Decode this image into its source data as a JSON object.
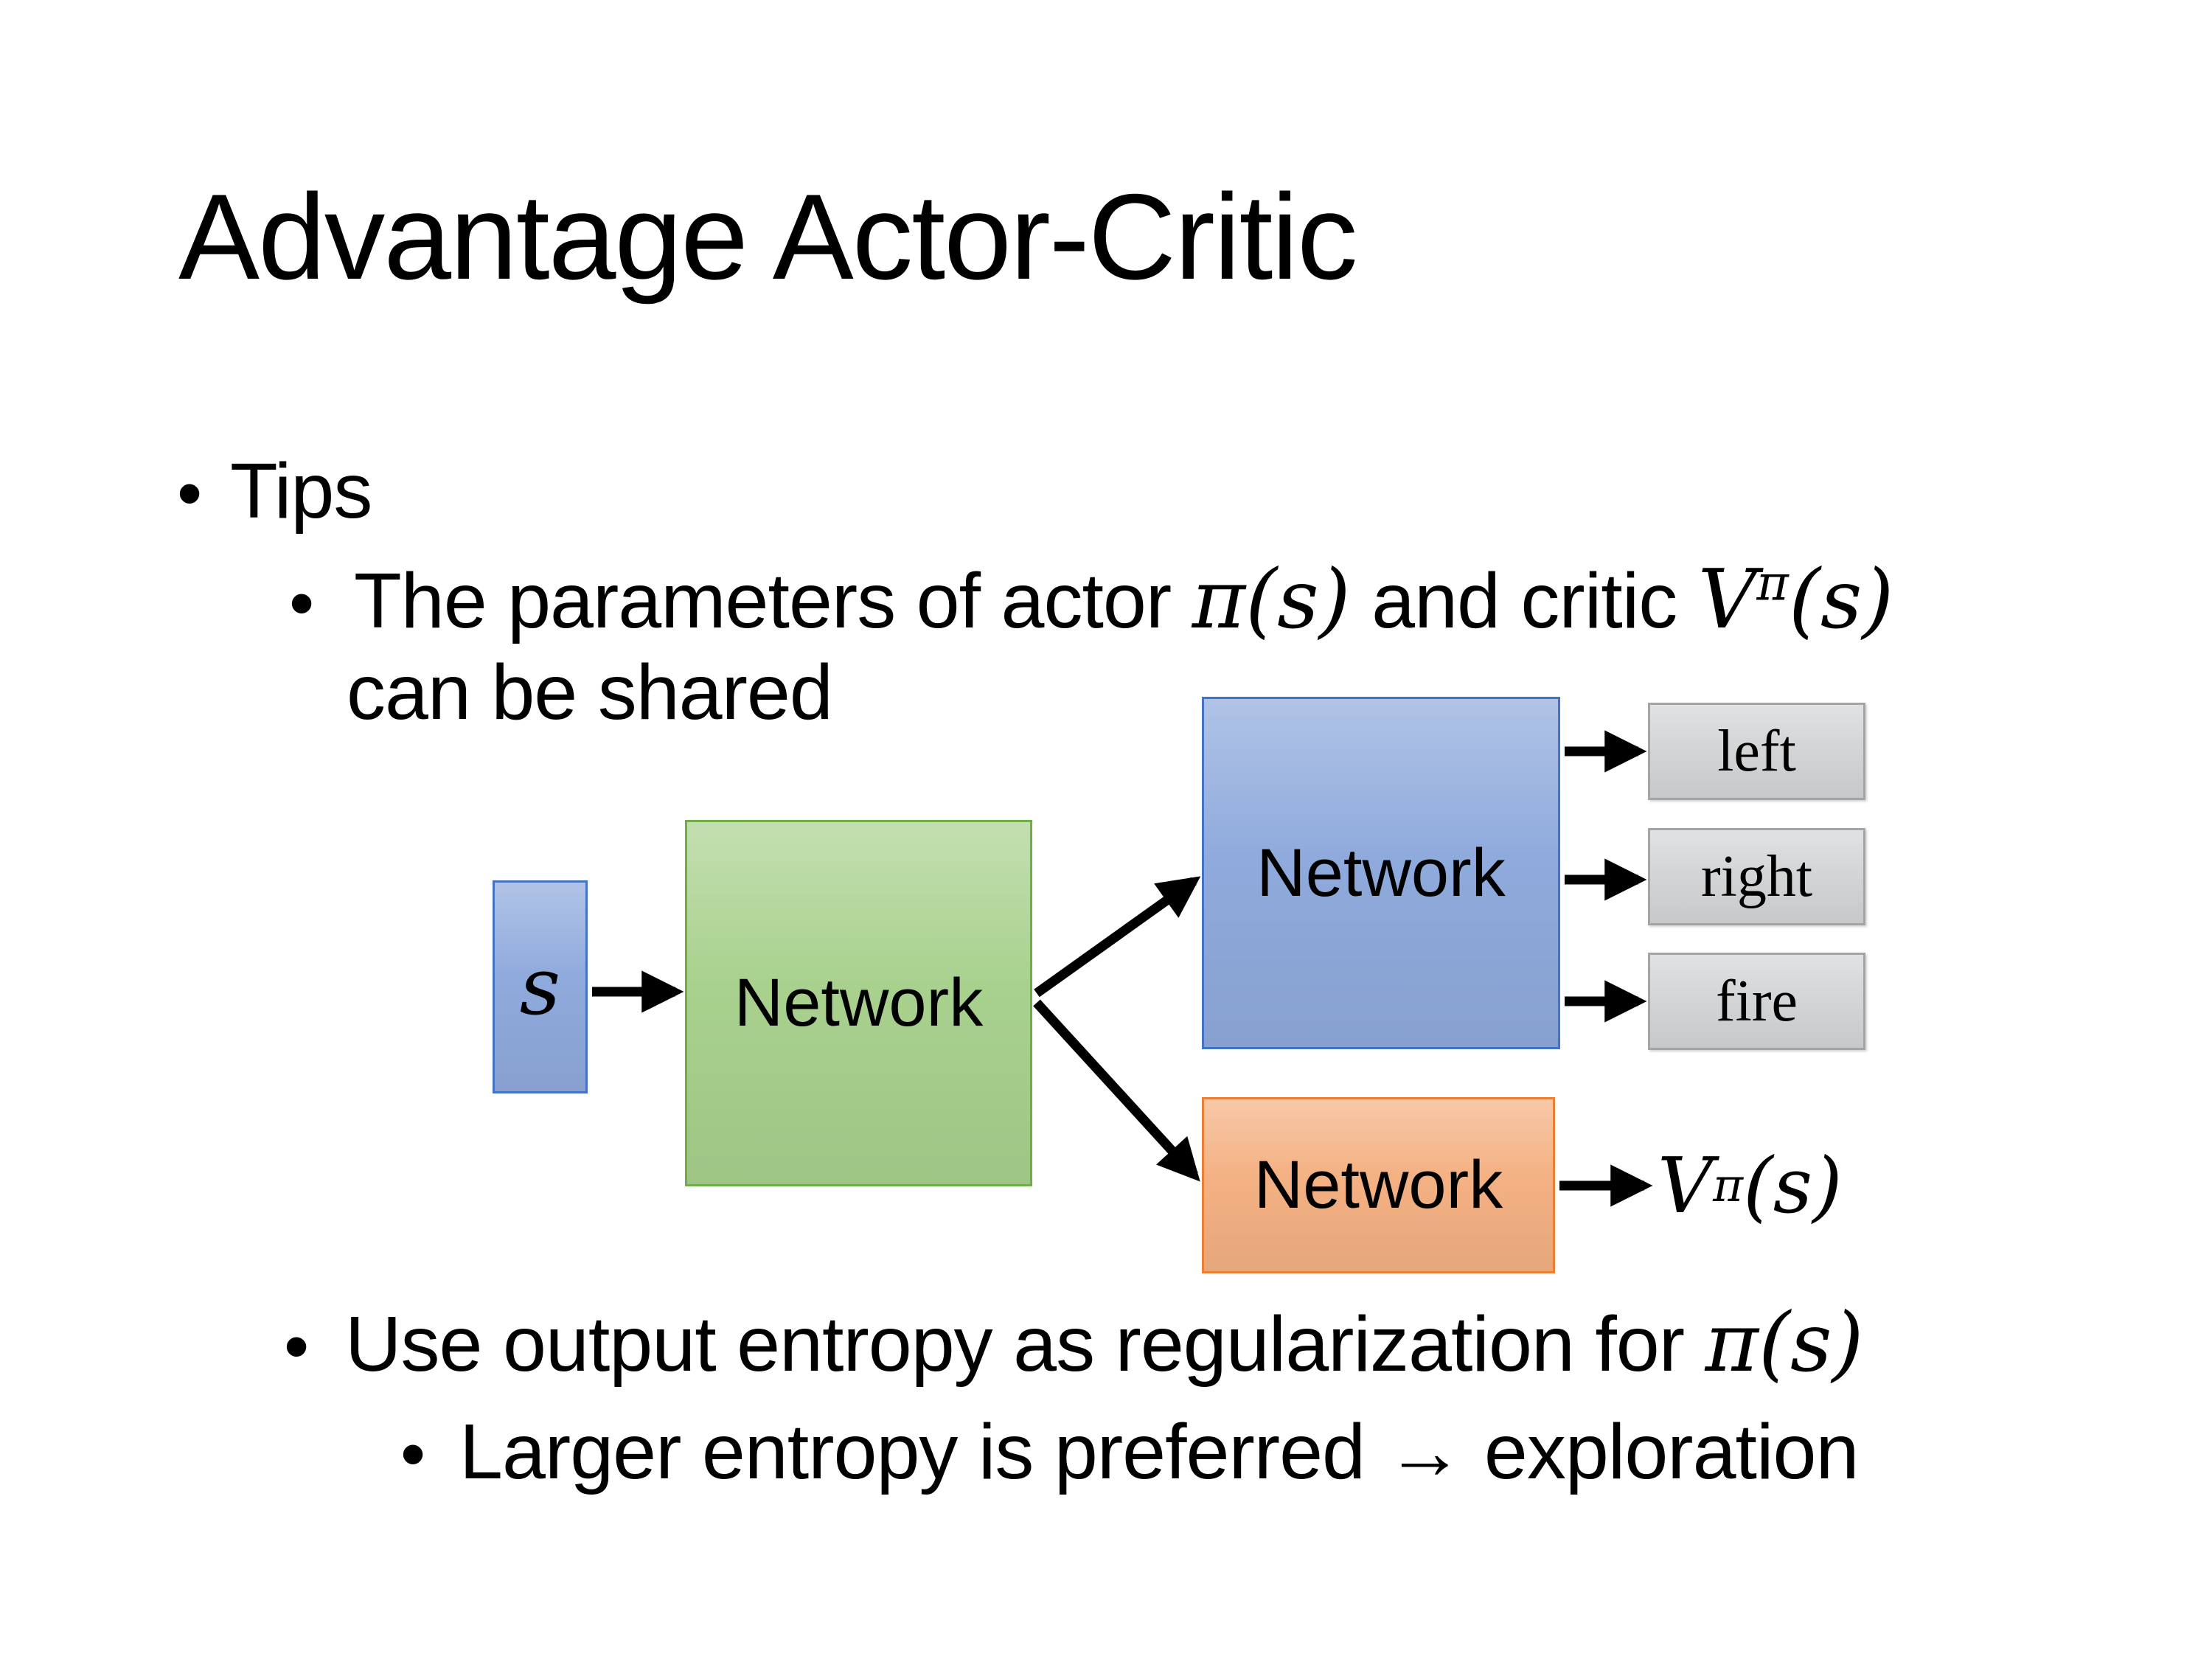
{
  "slide": {
    "title": "Advantage Actor-Critic",
    "bullet_char": "•",
    "tips_label": "Tips",
    "param_bullet": {
      "pre": "The parameters of actor ",
      "actor_math": "π(s)",
      "mid": " and critic ",
      "critic_math": {
        "base": "V",
        "sup": "π",
        "arg": "(s)"
      },
      "line2": "can be shared"
    },
    "entropy_bullet": {
      "pre": "Use output entropy as regularization for ",
      "math": "π(s)"
    },
    "exploration_bullet": "Larger entropy is preferred → exploration",
    "diagram": {
      "input_label": "s",
      "shared_network_label": "Network",
      "actor_network_label": "Network",
      "critic_network_label": "Network",
      "actions": [
        "left",
        "right",
        "fire"
      ],
      "critic_output": {
        "base": "V",
        "sup": "π",
        "arg": "(s)"
      },
      "colors": {
        "input_fill": "#8faadc",
        "input_border": "#4472c4",
        "shared_fill": "#a9d18e",
        "shared_border": "#70ad47",
        "actor_fill": "#8faadc",
        "actor_border": "#4472c4",
        "critic_fill": "#f4b183",
        "critic_border": "#ed7d31",
        "action_fill": "#d3d5d7",
        "action_border": "#a3a4a6",
        "arrow_color": "#000000",
        "text_color": "#000000",
        "background": "#ffffff"
      }
    }
  }
}
